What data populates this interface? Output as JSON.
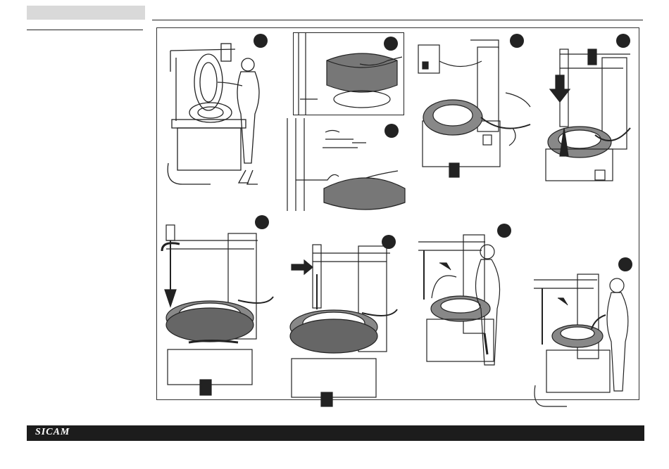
{
  "header": {
    "section_tab_label": ""
  },
  "figure": {
    "step_markers": [
      "",
      "",
      "",
      "",
      "",
      "",
      "",
      "",
      ""
    ],
    "panels": [
      "man-lifting-wheel-onto-changer",
      "hand-lubricating-tyre-bead",
      "mounting-tool-hooking-bead",
      "wheel-clamped-on-turntable-with-control-inset",
      "mounting-head-lowered-onto-rim",
      "turntable-rotating-with-pedal",
      "pusher-arm-pressing-bead",
      "operator-inflating-tyre",
      "operator-checking-pressure"
    ]
  },
  "footer": {
    "logo_text": "SICAM"
  }
}
